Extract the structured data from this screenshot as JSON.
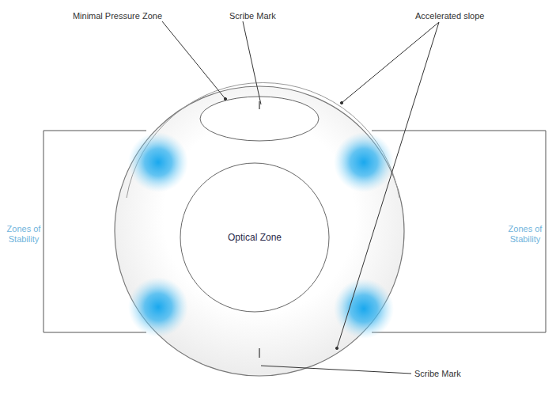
{
  "diagram": {
    "nodes": [
      {
        "text": [
          "Optical Zone"
        ]
      }
    ],
    "labels": [
      "Minimal Pressure Zone",
      "Scribe Mark",
      "Accelerated slope",
      "Zones of Stability",
      "Zones of Stability",
      "Scribe Mark"
    ]
  }
}
